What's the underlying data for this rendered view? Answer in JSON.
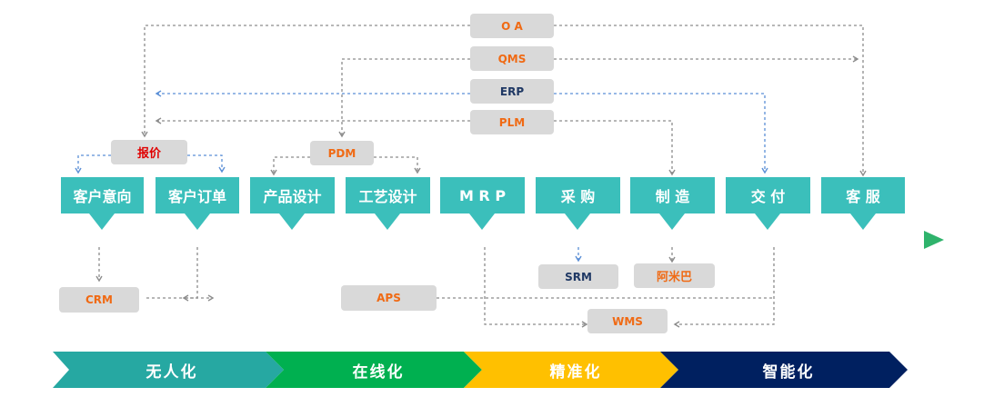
{
  "systems": {
    "oa": "O A",
    "qms": "QMS",
    "erp": "ERP",
    "plm": "PLM",
    "quote": "报价",
    "pdm": "PDM",
    "srm": "SRM",
    "amiba": "阿米巴",
    "crm": "CRM",
    "aps": "APS",
    "wms": "WMS"
  },
  "process_steps": [
    {
      "label": "客户意向"
    },
    {
      "label": "客户订单"
    },
    {
      "label": "产品设计"
    },
    {
      "label": "工艺设计"
    },
    {
      "label": "M R P"
    },
    {
      "label": "采   购"
    },
    {
      "label": "制   造"
    },
    {
      "label": "交   付"
    },
    {
      "label": "客   服"
    }
  ],
  "stages": [
    {
      "label": "无人化",
      "color": "#26a8a2"
    },
    {
      "label": "在线化",
      "color": "#00b050"
    },
    {
      "label": "精准化",
      "color": "#ffc000"
    },
    {
      "label": "智能化",
      "color": "#002060"
    }
  ],
  "colors": {
    "teal": "#3bbfbb",
    "orange_text": "#f06a14",
    "navy_text": "#1f3864",
    "blue_connector": "#5b8fd6",
    "gray_connector": "#8c8c8c"
  }
}
